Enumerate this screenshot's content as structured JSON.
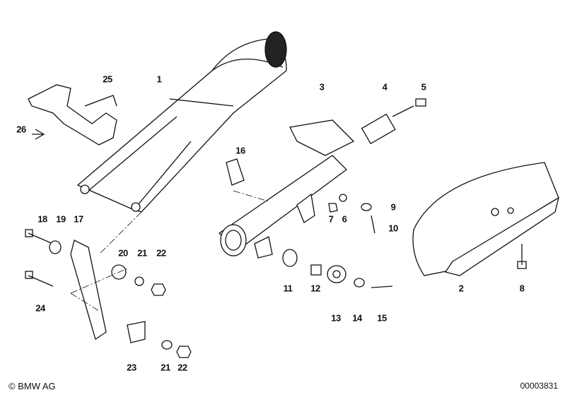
{
  "callouts": [
    "1",
    "25",
    "26",
    "3",
    "4",
    "5",
    "16",
    "9",
    "7",
    "6",
    "10",
    "18",
    "19",
    "17",
    "20",
    "21",
    "22",
    "24",
    "11",
    "12",
    "13",
    "14",
    "15",
    "2",
    "8",
    "23",
    "21",
    "22"
  ],
  "footer": {
    "copyright": "© BMW AG",
    "diagram_number": "00003831"
  }
}
